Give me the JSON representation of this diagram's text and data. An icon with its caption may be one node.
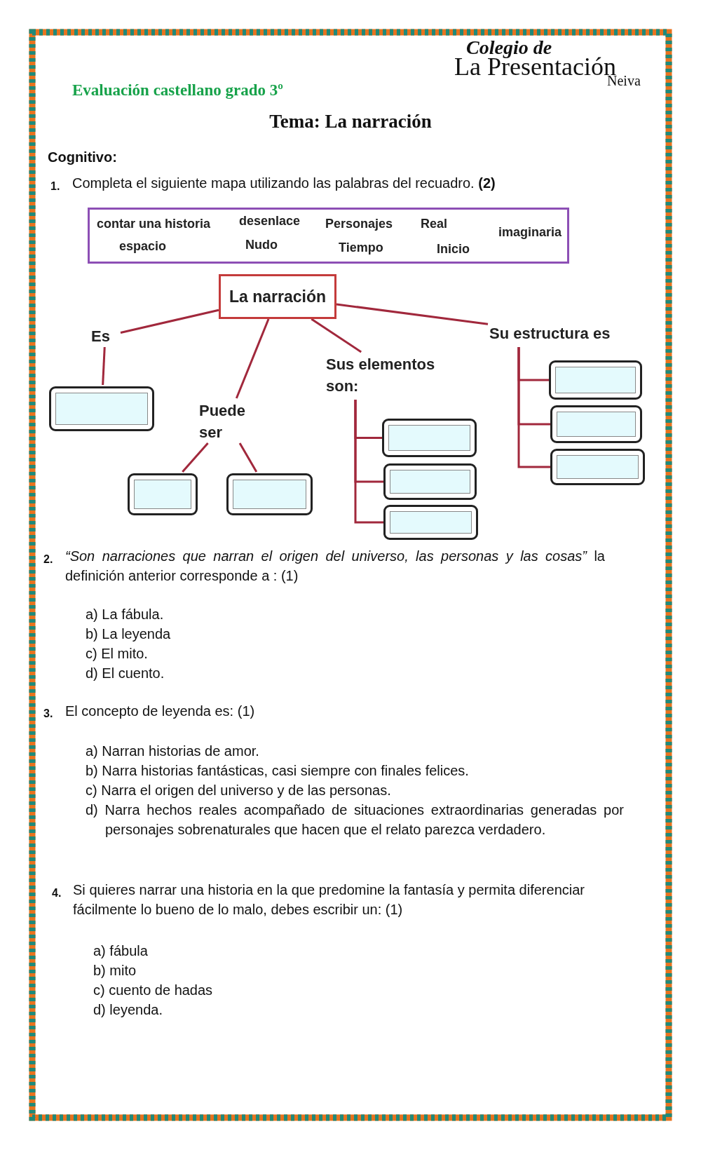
{
  "diagram": {
    "title": "Tema: La narración",
    "nodes": [
      {
        "text": [
          "contar una historia",
          "desenlace",
          "Personajes",
          "Real",
          "imaginaria",
          "espacio",
          "Nudo",
          "Tiempo",
          "Inicio"
        ]
      },
      {
        "text": [
          "La narración"
        ]
      },
      {
        "text": [
          "Es"
        ]
      },
      {
        "text": [],
        "shape": "box"
      },
      {
        "text": [
          "Puede ser"
        ]
      },
      {
        "text": [],
        "shape": "box"
      },
      {
        "text": [],
        "shape": "box"
      },
      {
        "text": [
          "Sus elementos son:"
        ]
      },
      {
        "text": [],
        "shape": "box"
      },
      {
        "text": [],
        "shape": "box"
      },
      {
        "text": [],
        "shape": "box"
      },
      {
        "text": [
          "Su estructura es"
        ]
      },
      {
        "text": [],
        "shape": "box"
      },
      {
        "text": [],
        "shape": "box"
      },
      {
        "text": [],
        "shape": "box"
      }
    ],
    "edges": [
      {
        "from": 1,
        "to": 2,
        "arrow": "none"
      },
      {
        "from": 2,
        "to": 3,
        "arrow": "none"
      },
      {
        "from": 1,
        "to": 4,
        "arrow": "none"
      },
      {
        "from": 4,
        "to": 5,
        "arrow": "none"
      },
      {
        "from": 4,
        "to": 6,
        "arrow": "none"
      },
      {
        "from": 1,
        "to": 7,
        "arrow": "none"
      },
      {
        "from": 7,
        "to": 8,
        "arrow": "none"
      },
      {
        "from": 7,
        "to": 9,
        "arrow": "none"
      },
      {
        "from": 7,
        "to": 10,
        "arrow": "none"
      },
      {
        "from": 1,
        "to": 11,
        "arrow": "none"
      },
      {
        "from": 11,
        "to": 12,
        "arrow": "none"
      },
      {
        "from": 11,
        "to": 13,
        "arrow": "none"
      },
      {
        "from": 11,
        "to": 14,
        "arrow": "none"
      }
    ],
    "labels": [
      "Colegio de",
      "La Presentación",
      "Neiva",
      "Evaluación castellano grado 3º",
      "Cognitivo:",
      "1.",
      "Completa el siguiente mapa utilizando las palabras del recuadro. **(2)**",
      "2.",
      "*“Son narraciones que narran el origen del universo, las personas y las cosas”* la definición anterior corresponde a : (1)",
      "a) La fábula.",
      "b) La leyenda",
      "c) El mito.",
      "d) El cuento.",
      "3.",
      "El concepto de leyenda es: (1)",
      "a) Narran historias de amor.",
      "b) Narra historias fantásticas, casi siempre con finales felices.",
      "c) Narra el origen del universo y de las personas.",
      "d) Narra hechos reales acompañado de situaciones extraordinarias generadas por personajes sobrenaturales que hacen que el relato parezca verdadero.",
      "4.",
      "Si quieres narrar una historia en la que predomine la fantasía y permita diferenciar fácilmente lo bueno de lo malo, debes escribir un: (1)",
      "a) fábula",
      "b) mito",
      "c) cuento de hadas",
      "d) leyenda."
    ]
  }
}
